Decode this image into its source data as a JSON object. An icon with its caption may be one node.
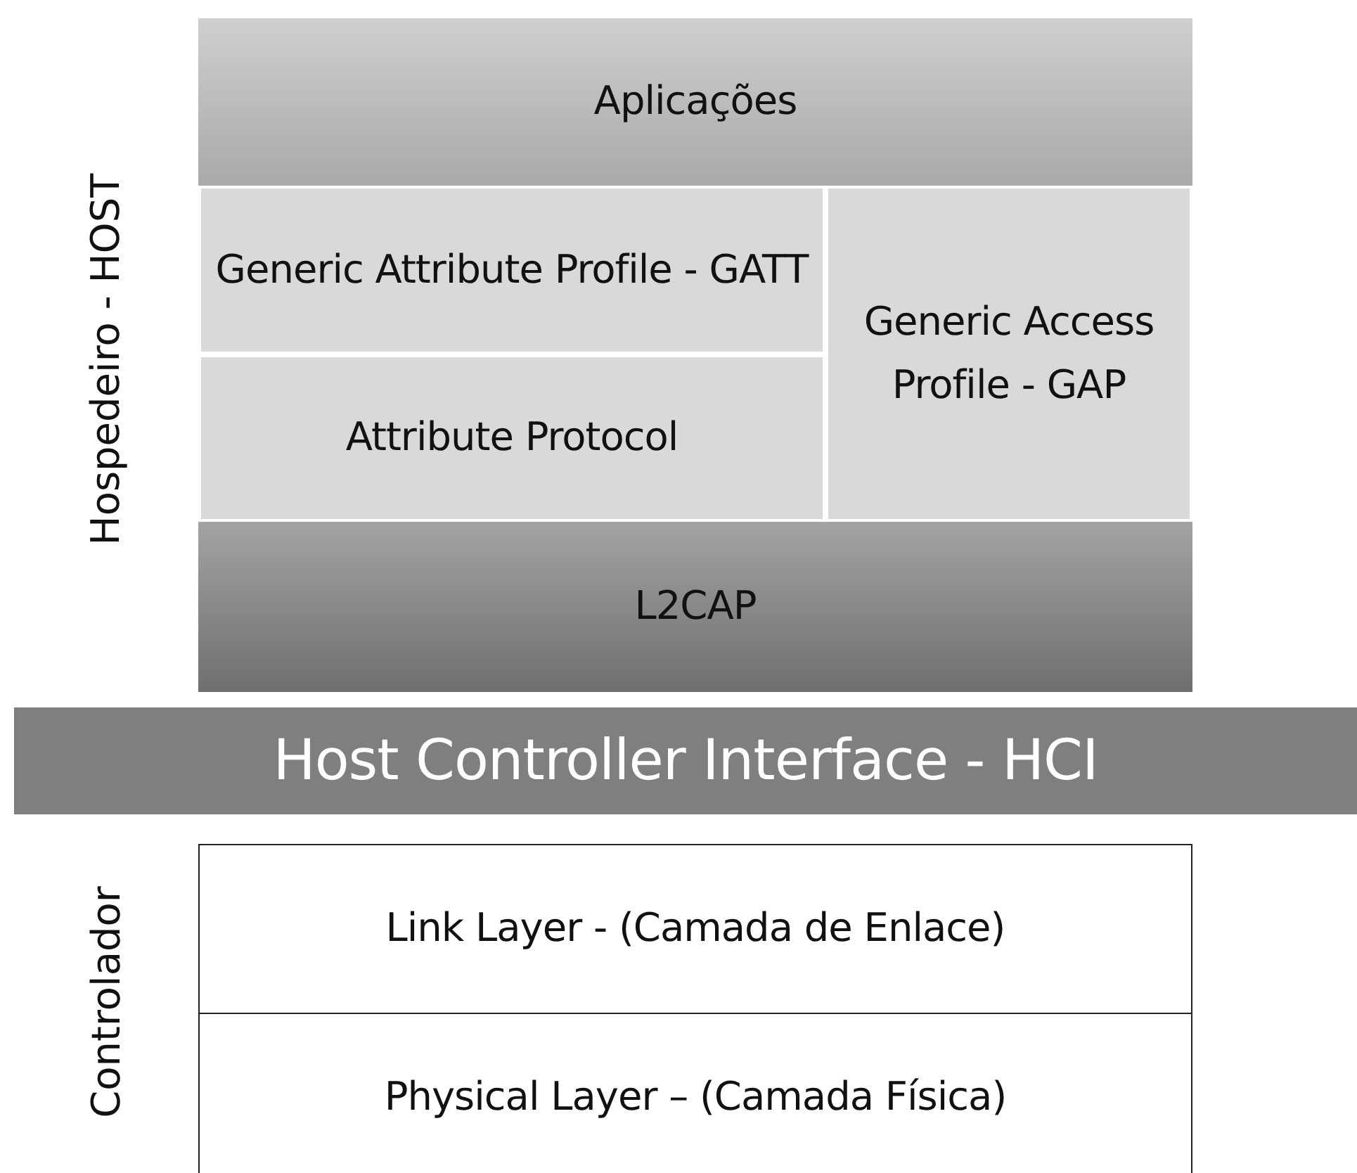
{
  "diagram": {
    "nodes": [
      {
        "text": [
          "Aplicações"
        ]
      },
      {
        "text": [
          "Generic Attribute Profile - GATT"
        ]
      },
      {
        "text": [
          "Attribute Protocol"
        ]
      },
      {
        "text": [
          "Generic Access Profile - GAP"
        ]
      },
      {
        "text": [
          "L2CAP"
        ]
      },
      {
        "text": [
          "Host Controller Interface - HCI"
        ]
      },
      {
        "text": [
          "Link Layer - (Camada de Enlace)"
        ]
      },
      {
        "text": [
          "Physical Layer – (Camada Física)"
        ]
      }
    ],
    "labels": [
      "Hospedeiro - HOST",
      "Controlador"
    ]
  }
}
